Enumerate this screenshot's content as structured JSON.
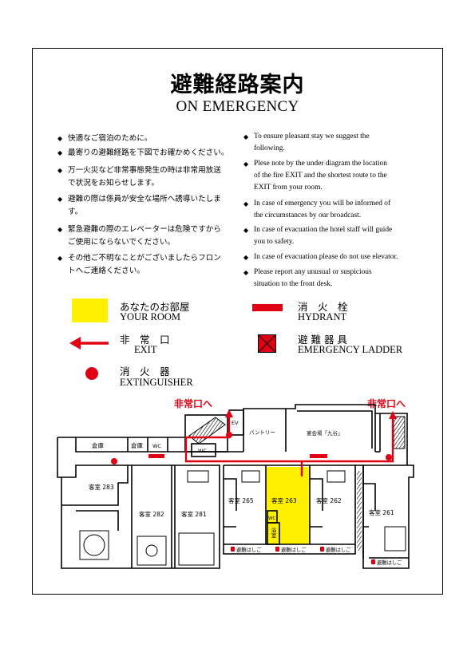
{
  "title": "避難経路案内",
  "subtitle": "ON EMERGENCY",
  "bullet": "◆",
  "notes_ja": [
    [
      "快適なご宿泊のために。"
    ],
    [
      "最寄りの避難経路を下図でお確かめください。"
    ],
    [
      "万一火災など非常事態発生の時は非常用放送",
      "で状況をお知らせします。"
    ],
    [
      "避難の際は係員が安全な場所へ誘導いたしま",
      "す。"
    ],
    [
      "緊急避難の際のエレベーターは危険ですから",
      "ご使用にならないでください。"
    ],
    [
      "その他ご不明なことがございましたらフロン",
      "トへご連絡ください。"
    ]
  ],
  "notes_en": [
    [
      "To ensure pleasant stay we suggest the",
      "following."
    ],
    [
      "Plese note by the under diagram the location",
      "of the fire EXIT and the shortest route to the",
      "EXIT from your room."
    ],
    [
      "In case of emergency you will be informed of",
      "the circumstances by our broadcast."
    ],
    [
      "In case of evacuation the hotel staff will guide",
      "you to safety."
    ],
    [
      "In case of evacuation please do not use elevator."
    ],
    [
      "Please report any unusual or suspicious",
      "situation to the front desk."
    ]
  ],
  "legend": {
    "your_room": {
      "ja": "あなたのお部屋",
      "en": "YOUR ROOM"
    },
    "hydrant": {
      "ja": "消　火　栓",
      "en": "HYDRANT"
    },
    "exit": {
      "ja": "非　常　口",
      "en": "EXIT"
    },
    "ladder": {
      "ja": "避 難 器 具",
      "en": "EMERGENCY LADDER"
    },
    "extinguisher": {
      "ja": "消　火　器",
      "en": "EXTINGUISHER"
    }
  },
  "icons": {
    "your_room": "yellow-square-icon",
    "hydrant": "red-bar-icon",
    "exit": "arrow-left-icon",
    "ladder": "crossed-box-icon",
    "extinguisher": "red-dot-icon"
  },
  "plan": {
    "exit_left": "非常口へ",
    "exit_right": "非常口へ",
    "rooms": {
      "storage_1": "倉庫",
      "storage_2": "倉庫",
      "wc_left": "WC",
      "wc_stair": "WC",
      "ev": "EV",
      "pantry": "パントリー",
      "banquet": "宴会場「九谷」",
      "r283": "客室 283",
      "r282": "客室 282",
      "r281": "客室 281",
      "r265": "客室 265",
      "r263": "客室 263",
      "r262": "客室 262",
      "r261": "客室 261",
      "wc_room": "WC",
      "bath": "浴室"
    },
    "ladders": [
      "避難はしご",
      "避難はしご",
      "避難はしご",
      "避難はしご"
    ]
  },
  "colors": {
    "red": "#E00012",
    "yellow": "#FFF000"
  }
}
